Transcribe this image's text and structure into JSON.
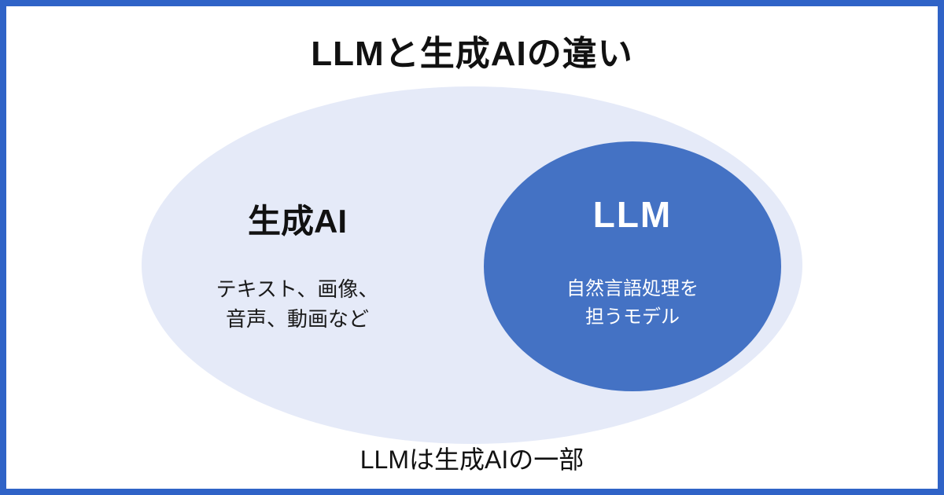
{
  "colors": {
    "frame": "#2f63c7",
    "outer_ellipse": "#e5eaf8",
    "inner_ellipse": "#4472c4",
    "text_dark": "#111111",
    "text_light": "#ffffff"
  },
  "title": "LLMと生成AIの違い",
  "outer_set": {
    "label": "生成AI",
    "description_line1": "テキスト、画像、",
    "description_line2": "音声、動画など"
  },
  "inner_set": {
    "label": "LLM",
    "description_line1": "自然言語処理を",
    "description_line2": "担うモデル"
  },
  "caption": "LLMは生成AIの一部"
}
